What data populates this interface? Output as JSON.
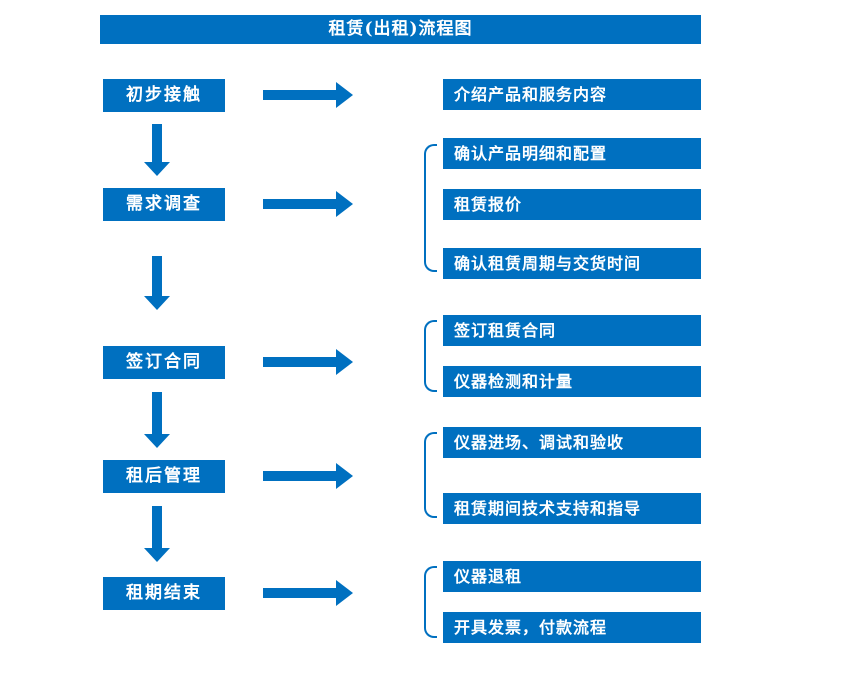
{
  "title": "租赁(出租)流程图",
  "colors": {
    "primary": "#0070C0",
    "text_on_primary": "#FFFFFF",
    "background": "#FFFFFF"
  },
  "steps": [
    {
      "label": "初步接触",
      "outputs": [
        "介绍产品和服务内容"
      ]
    },
    {
      "label": "需求调查",
      "outputs": [
        "确认产品明细和配置",
        "租赁报价",
        "确认租赁周期与交货时间"
      ]
    },
    {
      "label": "签订合同",
      "outputs": [
        "签订租赁合同",
        "仪器检测和计量"
      ]
    },
    {
      "label": "租后管理",
      "outputs": [
        "仪器进场、调试和验收",
        "租赁期间技术支持和指导"
      ]
    },
    {
      "label": "租期结束",
      "outputs": [
        "仪器退租",
        "开具发票，付款流程"
      ]
    }
  ]
}
